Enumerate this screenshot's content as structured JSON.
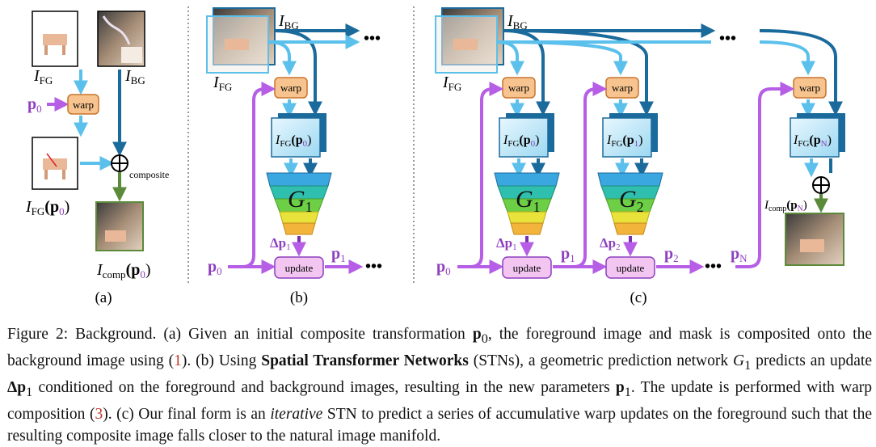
{
  "figure": {
    "panel_a": {
      "sub_label": "(a)",
      "i_fg": "I",
      "i_fg_sub": "FG",
      "i_bg": "I",
      "i_bg_sub": "BG",
      "p0": "p",
      "p0_sub": "0",
      "warp": "warp",
      "warped": "I",
      "warped_sub": "FG",
      "warped_arg": "(p",
      "warped_arg_sub": "0",
      "warped_close": ")",
      "composite": "composite",
      "comp": "I",
      "comp_sub": "comp",
      "comp_arg": "(p",
      "comp_arg_sub": "0",
      "comp_close": ")"
    },
    "panel_b": {
      "sub_label": "(b)",
      "i_bg": "I",
      "i_bg_sub": "BG",
      "i_fg": "I",
      "i_fg_sub": "FG",
      "warp": "warp",
      "stack": "I",
      "stack_sub": "FG",
      "stack_arg": "(p",
      "stack_arg_sub": "0",
      "stack_close": ")",
      "network": "G",
      "network_sub": "1",
      "delta": "Δp",
      "delta_sub": "1",
      "p_in": "p",
      "p_in_sub": "0",
      "update": "update",
      "p_out": "p",
      "p_out_sub": "1",
      "ellipsis": "•••"
    },
    "panel_c": {
      "sub_label": "(c)",
      "i_bg": "I",
      "i_bg_sub": "BG",
      "i_fg": "I",
      "i_fg_sub": "FG",
      "warp": "warp",
      "stack1": "I",
      "stack1_sub": "FG",
      "stack1_arg": "(p",
      "stack1_arg_sub": "0",
      "stack1_close": ")",
      "stack2": "I",
      "stack2_sub": "FG",
      "stack2_arg": "(p",
      "stack2_arg_sub": "1",
      "stack2_close": ")",
      "stack3": "I",
      "stack3_sub": "FG",
      "stack3_arg": "(p",
      "stack3_arg_sub": "N",
      "stack3_close": ")",
      "net1": "G",
      "net1_sub": "1",
      "net2": "G",
      "net2_sub": "2",
      "delta1": "Δp",
      "delta1_sub": "1",
      "delta2": "Δp",
      "delta2_sub": "2",
      "p0": "p",
      "p0_sub": "0",
      "p1": "p",
      "p1_sub": "1",
      "p2": "p",
      "p2_sub": "2",
      "pN": "p",
      "pN_sub": "N",
      "update": "update",
      "comp": "I",
      "comp_sub": "comp",
      "comp_arg": "(p",
      "comp_arg_sub": "N",
      "comp_close": ")",
      "ellipsis": "•••"
    },
    "colors": {
      "light_blue": "#5bc0eb",
      "dark_blue": "#1b6a9c",
      "purple": "#b65ee6",
      "green": "#5a8a3a",
      "warp_fill": "#f7c48f",
      "update_fill": "#f3c6f2"
    }
  },
  "caption": {
    "lead": "Figure 2: Background. (a) Given an initial composite transformation ",
    "p0": "p",
    "p0_sub": "0",
    "t1": ", the foreground image and mask is composited onto the background image using (",
    "ref1": "1",
    "t2": "). (b) Using ",
    "stn_bold": "Spatial Transformer Networks",
    "t3": " (STNs), a geometric prediction network ",
    "g1": "G",
    "g1_sub": "1",
    "t4": " predicts an update ",
    "dp1": "Δp",
    "dp1_sub": "1",
    "t5": " conditioned on the foreground and background images, resulting in the new parameters ",
    "p1": "p",
    "p1_sub": "1",
    "t6": ". The update is performed with warp composition (",
    "ref3": "3",
    "t7": "). (c) Our final form is an ",
    "iterative": "iterative",
    "t8": " STN to predict a series of accumulative warp updates on the foreground such that the resulting composite image falls closer to the natural image manifold."
  }
}
